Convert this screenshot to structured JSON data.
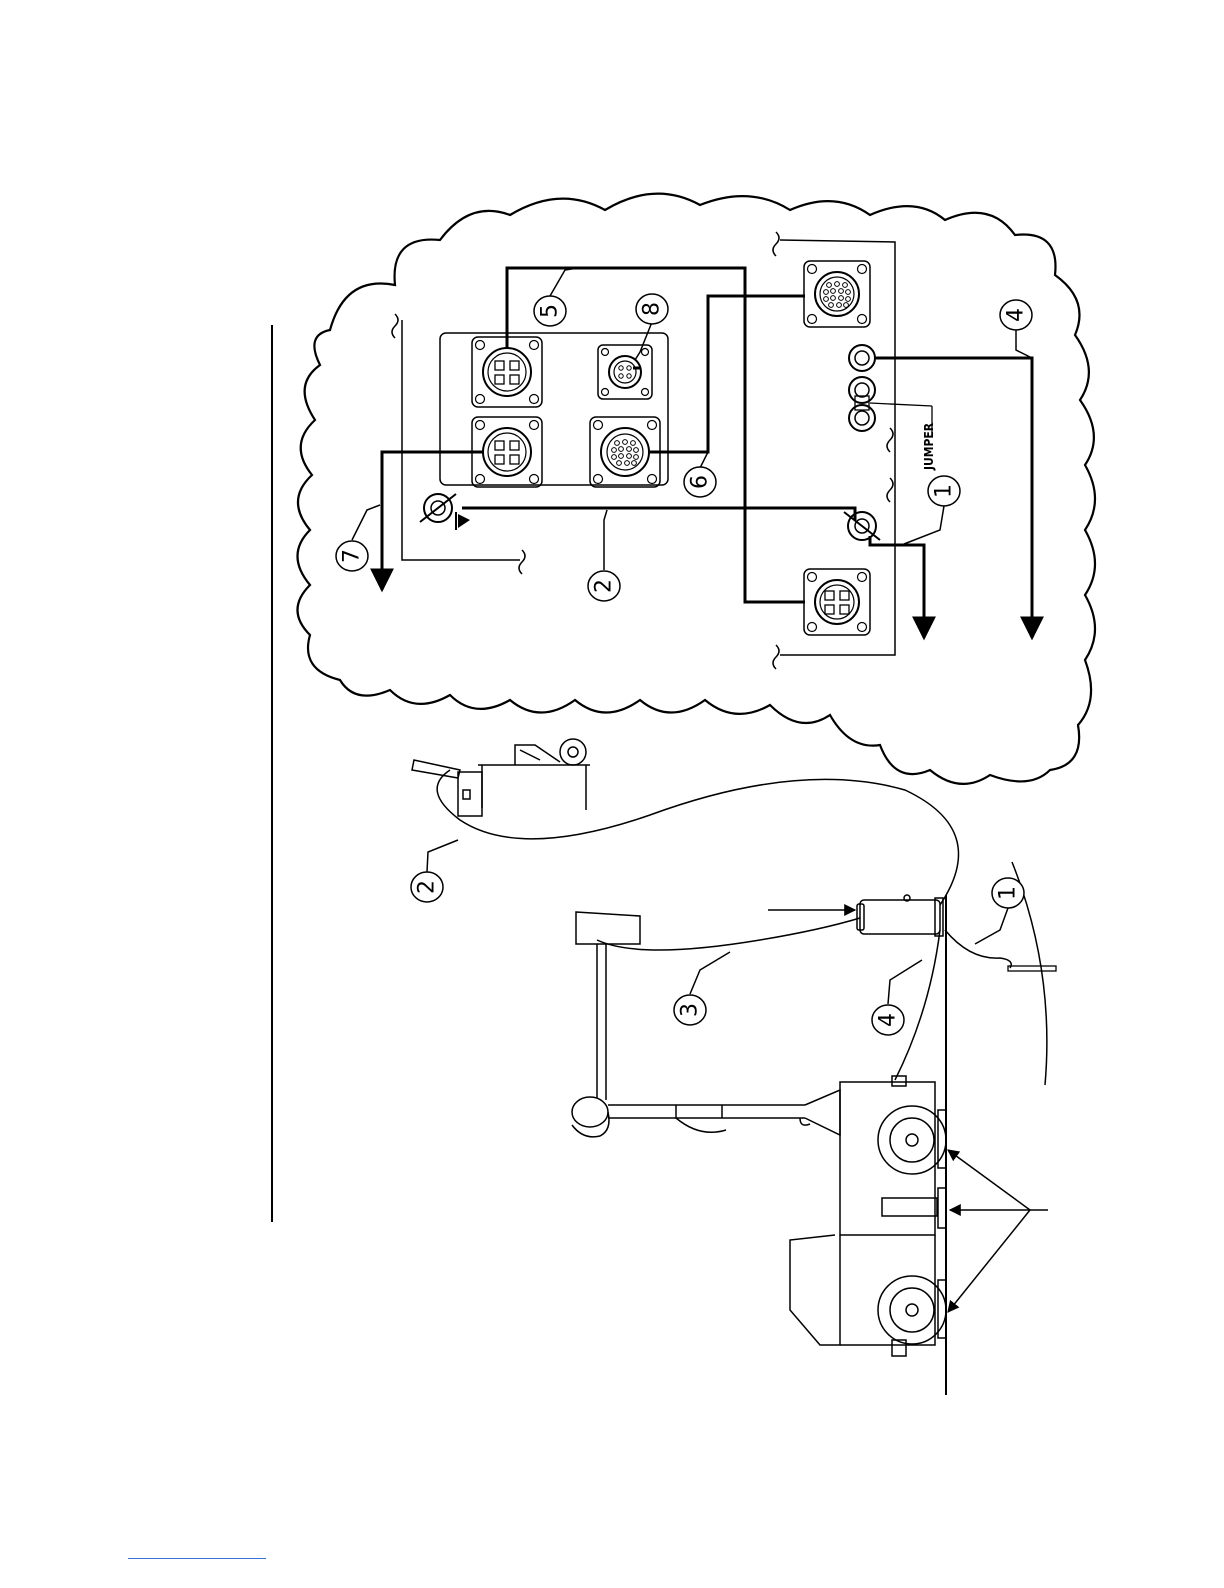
{
  "diagram": {
    "callouts": {
      "c1": "1",
      "c2": "2",
      "c4": "4",
      "c5": "5",
      "c6": "6",
      "c7": "7",
      "c8": "8",
      "s1": "1",
      "s2": "2",
      "s3": "3",
      "s4": "4"
    },
    "jumper_label": "JUMPER"
  },
  "colors": {
    "line": "#000000",
    "footnote_rule": "#3a6fd8"
  }
}
